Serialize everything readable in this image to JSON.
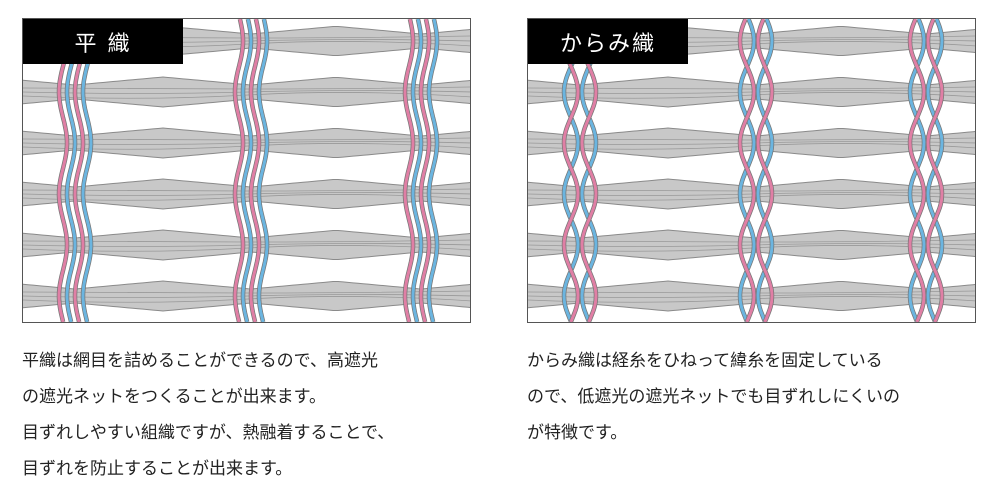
{
  "panels": [
    {
      "label": "平 織",
      "type": "plain",
      "description": [
        "平織は網目を詰めることができるので、高遮光",
        "の遮光ネットをつくることが出来ます。",
        "目ずれしやすい組織ですが、熱融着することで、",
        "目ずれを防止することが出来ます。"
      ]
    },
    {
      "label": "からみ織",
      "type": "leno",
      "description": [
        "からみ織は経糸をひねって緯糸を固定している",
        "ので、低遮光の遮光ネットでも目ずれしにくいの",
        "が特徴です。"
      ]
    }
  ],
  "colors": {
    "weft": "#c8c8c8",
    "weft_line": "#8a8a8a",
    "warp_pink": "#e07fa5",
    "warp_blue": "#6bb5e0"
  }
}
